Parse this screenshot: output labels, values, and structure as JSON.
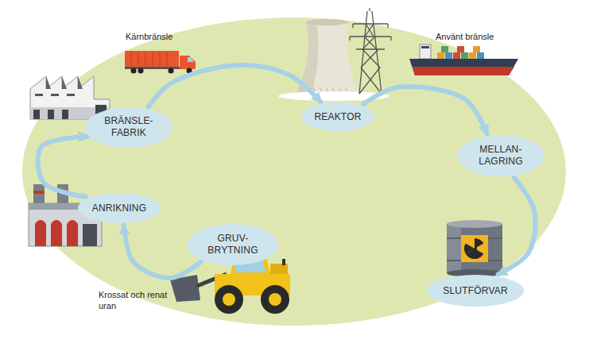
{
  "diagram": {
    "nodes": [
      {
        "text": [
          "BRÄNSLE- FABRIK"
        ]
      },
      {
        "text": [
          "REAKTOR"
        ]
      },
      {
        "text": [
          "MELLAN- LAGRING"
        ]
      },
      {
        "text": [
          "ANRIKNING"
        ]
      },
      {
        "text": [
          "GRUV- BRYTNING"
        ]
      },
      {
        "text": [
          "SLUTFÖRVAR"
        ]
      }
    ],
    "edges": [
      {
        "from": 0,
        "to": 1,
        "arrow": "to",
        "label": "Kärnbränsle"
      },
      {
        "from": 1,
        "to": 2,
        "arrow": "to",
        "label": "Använt bränsle"
      },
      {
        "from": 2,
        "to": 5,
        "arrow": "to"
      },
      {
        "from": 4,
        "to": 3,
        "arrow": "to",
        "label": "Krossat och renat uran"
      },
      {
        "from": 3,
        "to": 0,
        "arrow": "to"
      }
    ]
  }
}
